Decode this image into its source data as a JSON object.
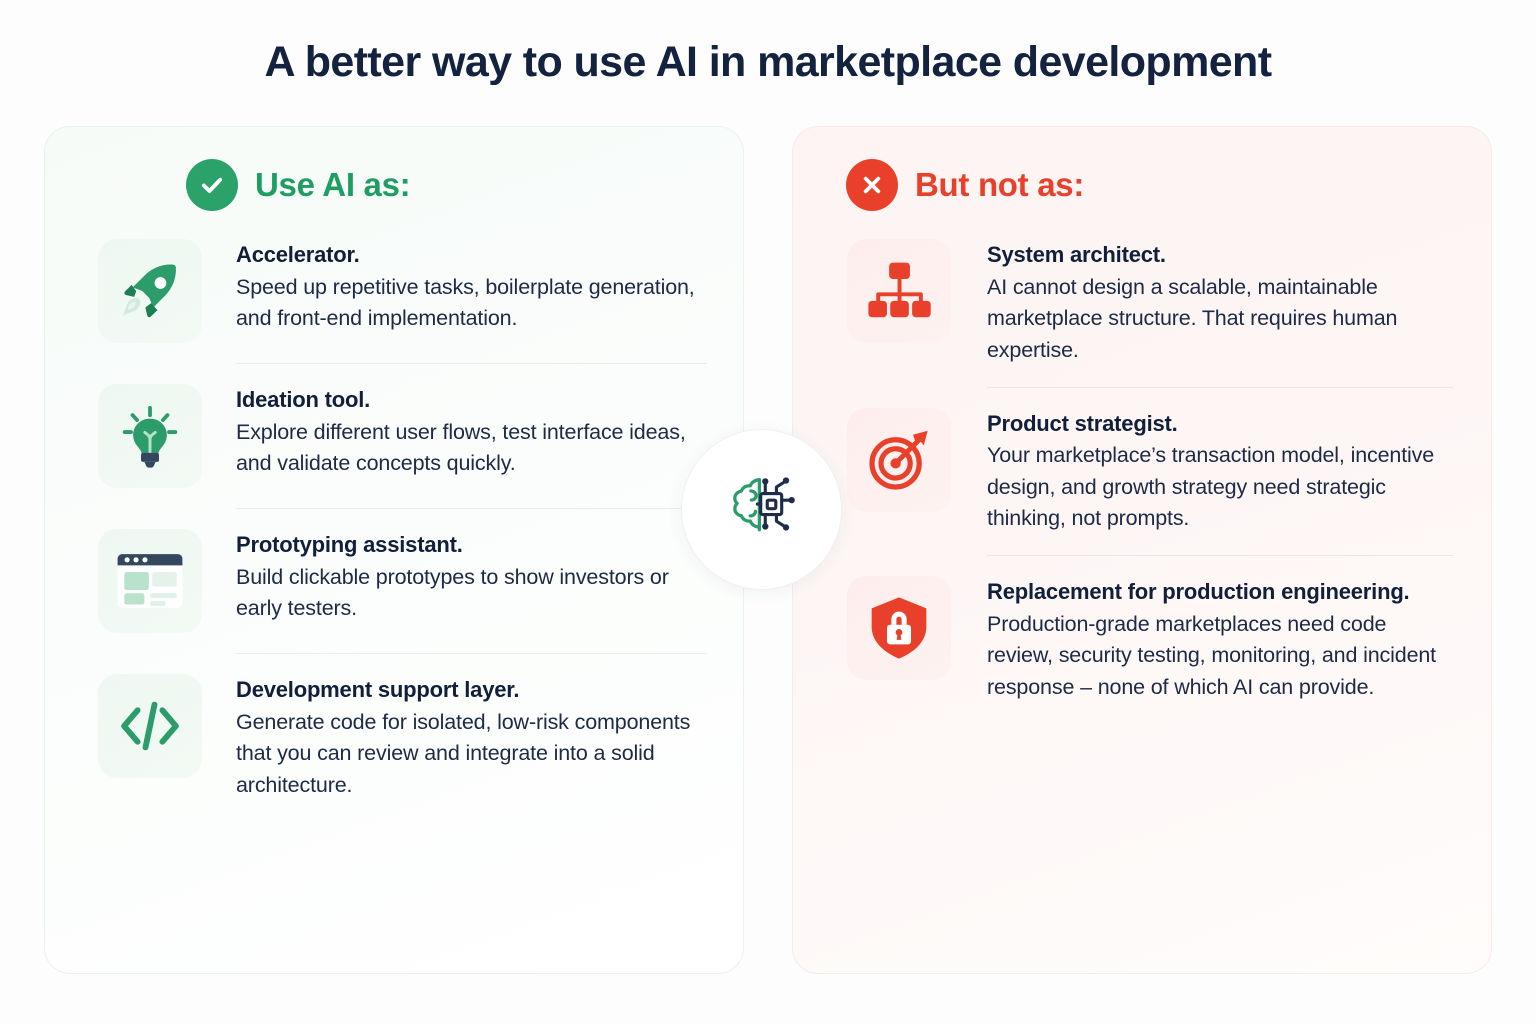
{
  "title": "A better way to use AI in marketplace development",
  "colors": {
    "green": "#2ba26a",
    "green_text": "#1f9e63",
    "red": "#e8402a",
    "navy": "#12223f",
    "panel_left_bg": "#f7fbf8",
    "panel_right_bg": "#fdf4f3"
  },
  "left_panel": {
    "badge_icon": "check-circle-icon",
    "heading": "Use AI as:",
    "items": [
      {
        "icon": "rocket-icon",
        "title": "Accelerator.",
        "body": "Speed up repetitive tasks, boilerplate generation, and front-end implementation."
      },
      {
        "icon": "lightbulb-icon",
        "title": "Ideation tool.",
        "body": "Explore different user flows, test interface ideas, and validate concepts quickly."
      },
      {
        "icon": "browser-wireframe-icon",
        "title": "Prototyping assistant.",
        "body": "Build clickable prototypes to show investors or early testers."
      },
      {
        "icon": "code-brackets-icon",
        "title": "Development support layer.",
        "body": "Generate code for isolated, low-risk components that you can review and integrate into a solid architecture."
      }
    ]
  },
  "right_panel": {
    "badge_icon": "x-circle-icon",
    "heading": "But not as:",
    "items": [
      {
        "icon": "hierarchy-icon",
        "title": "System architect.",
        "body": "AI cannot design a scalable, maintainable marketplace structure. That requires human expertise."
      },
      {
        "icon": "target-arrow-icon",
        "title": "Product strategist.",
        "body": "Your marketplace’s transaction model, incentive design, and growth strategy need strategic thinking, not prompts."
      },
      {
        "icon": "shield-lock-icon",
        "title": "Replacement for production engineering.",
        "body": "Production-grade marketplaces need code review, security testing, monitoring, and incident response – none of which AI can provide."
      }
    ]
  },
  "center": {
    "icon": "brain-circuit-icon"
  }
}
